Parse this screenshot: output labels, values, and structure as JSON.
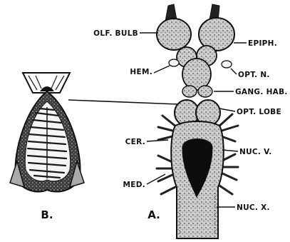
{
  "figure": {
    "labels": {
      "olf_bulb": "OLF. BULB",
      "epiph": "EPIPH.",
      "hem": "HEM.",
      "opt_n": "OPT. N.",
      "gang_hab": "GANG. HAB.",
      "opt_lobe": "OPT. LOBE",
      "cer": "CER.",
      "nuc_v": "NUC. V.",
      "med": "MED.",
      "nuc_x": "NUC. X."
    },
    "panels": {
      "a": "A.",
      "b": "B."
    }
  }
}
